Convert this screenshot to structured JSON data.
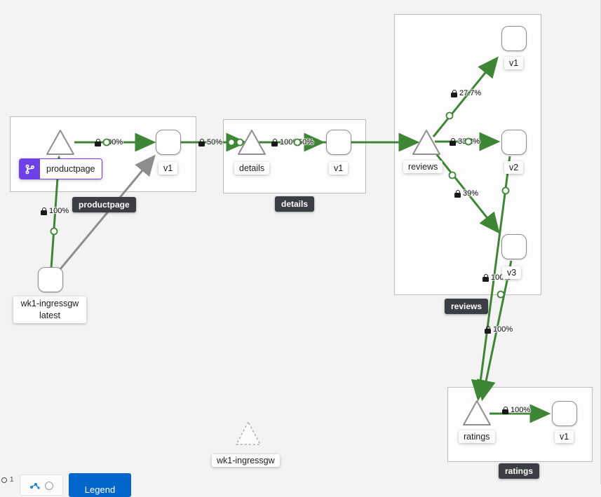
{
  "graph": {
    "groups": {
      "productpage": {
        "tooltip": "productpage"
      },
      "details": {
        "tooltip": "details"
      },
      "reviews": {
        "tooltip": "reviews"
      },
      "ratings": {
        "tooltip": "ratings"
      }
    },
    "nodes": {
      "productpage_service": {
        "label": "productpage"
      },
      "productpage_v1": {
        "label": "v1"
      },
      "ingress_workload": {
        "line1": "wk1-ingressgw",
        "line2": "latest"
      },
      "details_service": {
        "label": "details"
      },
      "details_v1": {
        "label": "v1"
      },
      "reviews_service": {
        "label": "reviews"
      },
      "reviews_v1": {
        "label": "v1"
      },
      "reviews_v2": {
        "label": "v2"
      },
      "reviews_v3": {
        "label": "v3"
      },
      "ratings_service": {
        "label": "ratings"
      },
      "ratings_v1": {
        "label": "v1"
      },
      "idle_gateway": {
        "label": "wk1-ingressgw"
      }
    },
    "edges": {
      "ingress_to_productpage": "100%",
      "productpage_to_v1": "100%",
      "ppv1_to_details": "50%",
      "ppv1_to_reviews": "50%",
      "details_to_v1": "100%",
      "reviews_to_v1": "27.7%",
      "reviews_to_v2": "33.2%",
      "reviews_to_v3": "39%",
      "v2_to_ratings": "100%",
      "v3_to_ratings": "100%",
      "ratings_to_v1": "100%"
    }
  },
  "icons": {
    "edge_security": "lock-icon",
    "productpage_badge": "code-branch-icon"
  },
  "colors": {
    "edge_green": "#3e8635",
    "edge_idle_gray": "#8d8d8d",
    "badge_purple": "#6e40e8",
    "tooltip_bg": "#3b3e44",
    "legend_button_blue": "#0066cc"
  },
  "toolbar": {
    "zoom_indicator": "1",
    "legend_label": "Legend"
  }
}
